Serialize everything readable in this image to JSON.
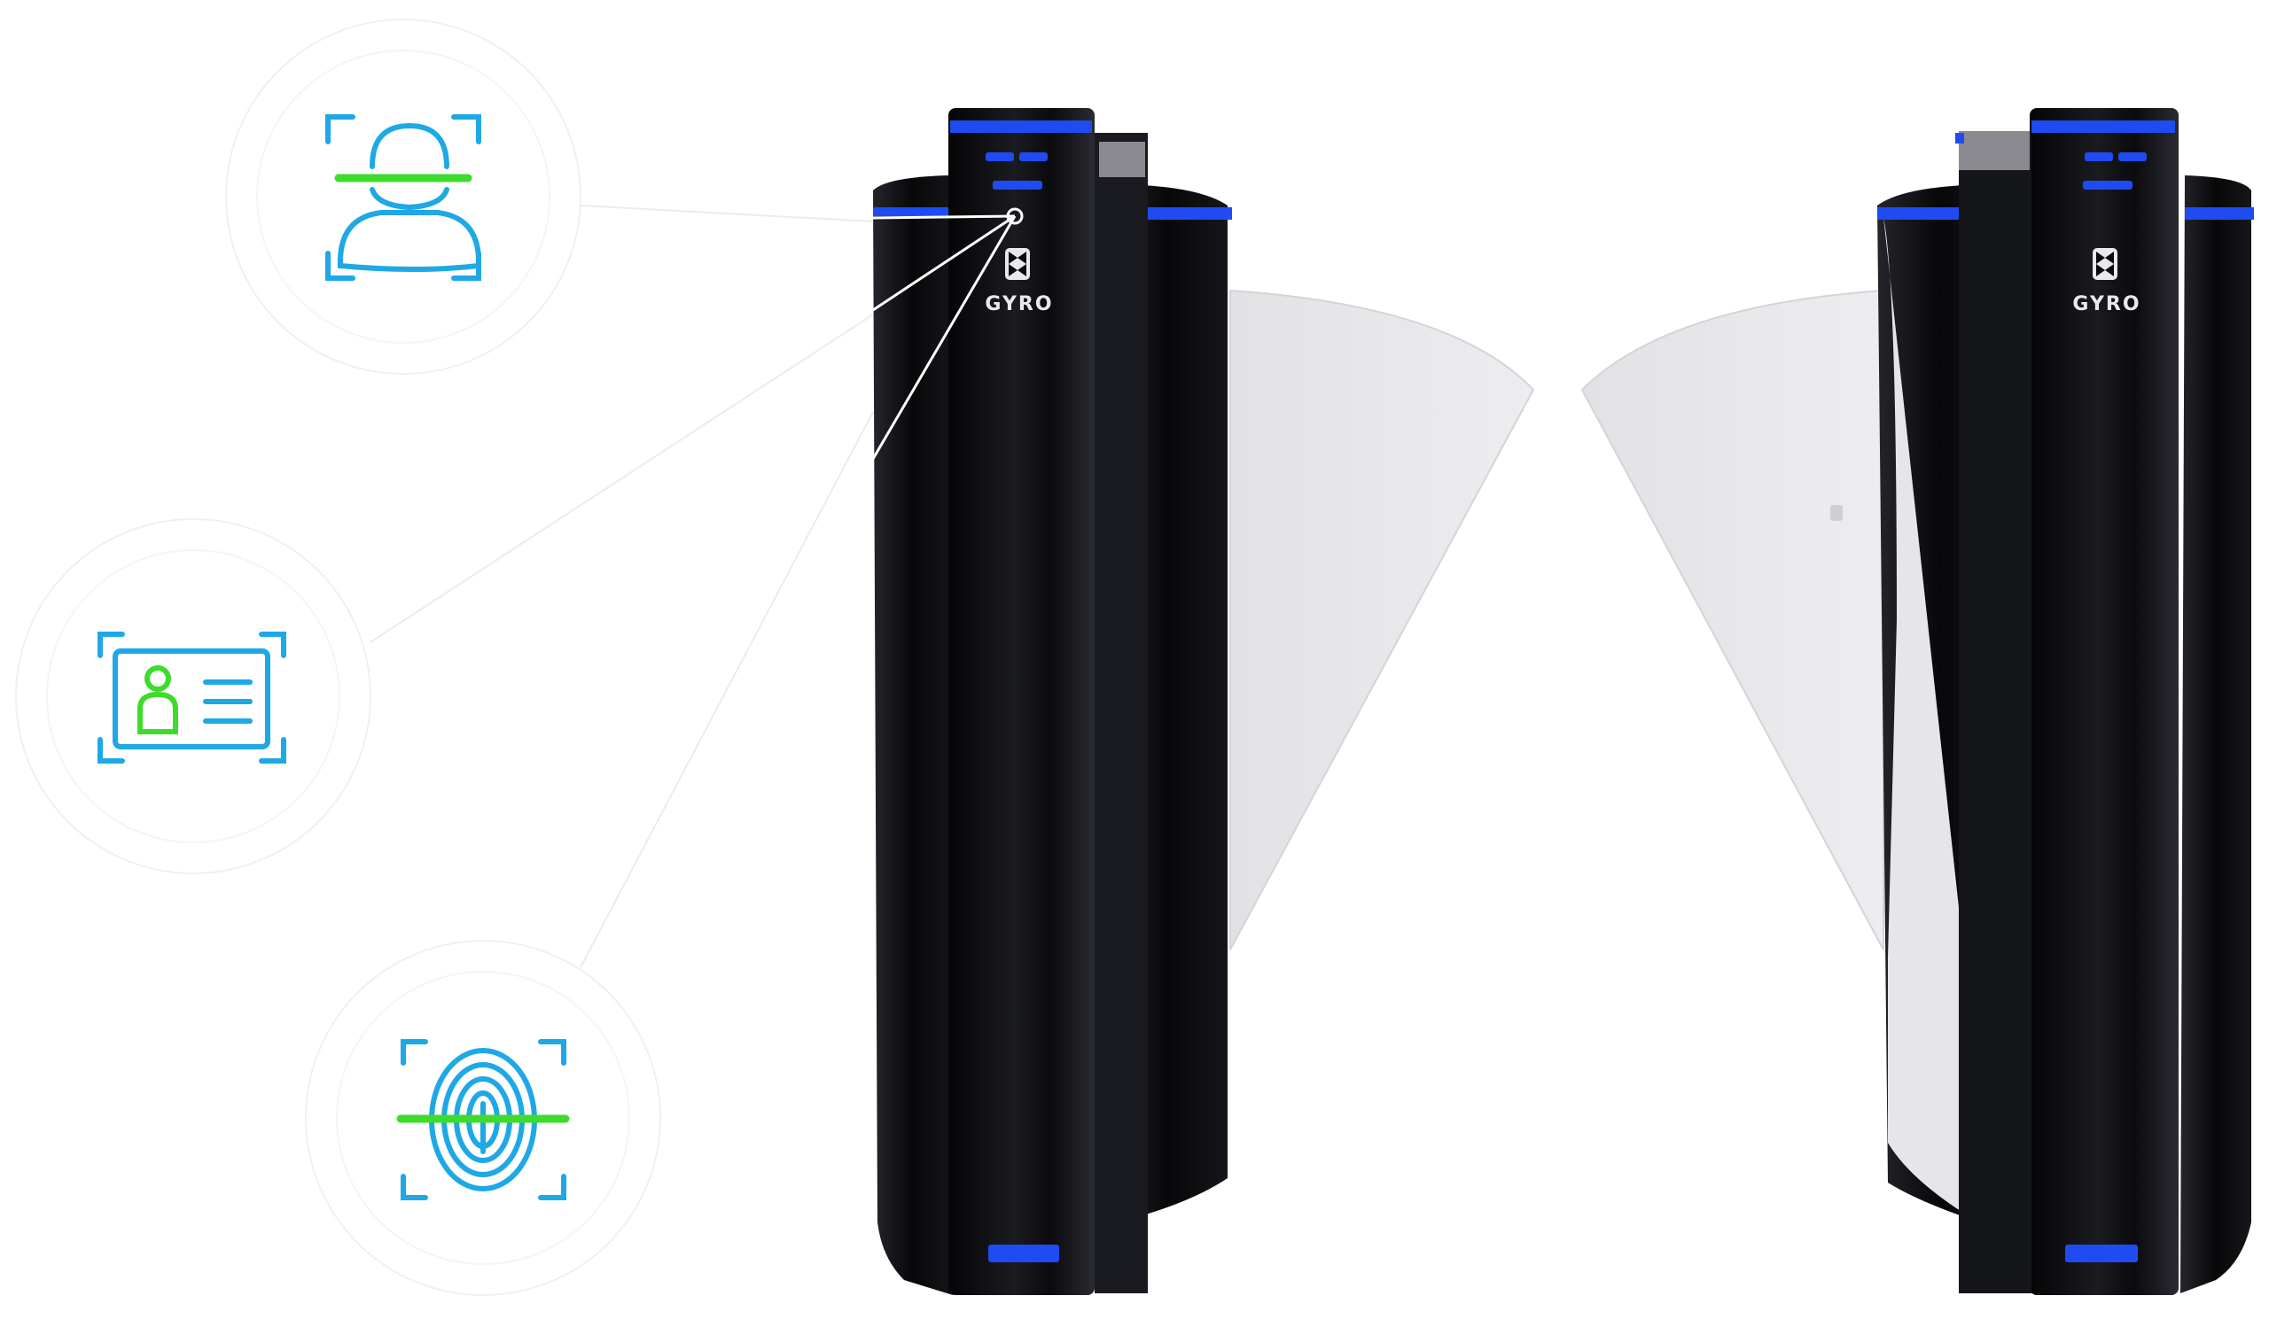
{
  "brand": {
    "name": "GYRO",
    "accent_color": "#1f4cf0",
    "body_color": "#0a0a0c",
    "panel_color": "#e8e8ea"
  },
  "features": [
    {
      "id": "face",
      "icon": "face-recognition-icon"
    },
    {
      "id": "card",
      "icon": "id-card-icon"
    },
    {
      "id": "fingerprint",
      "icon": "fingerprint-scan-icon"
    }
  ],
  "icon_colors": {
    "frame": "#1fa8e6",
    "scan_line": "#3ddc2c"
  }
}
